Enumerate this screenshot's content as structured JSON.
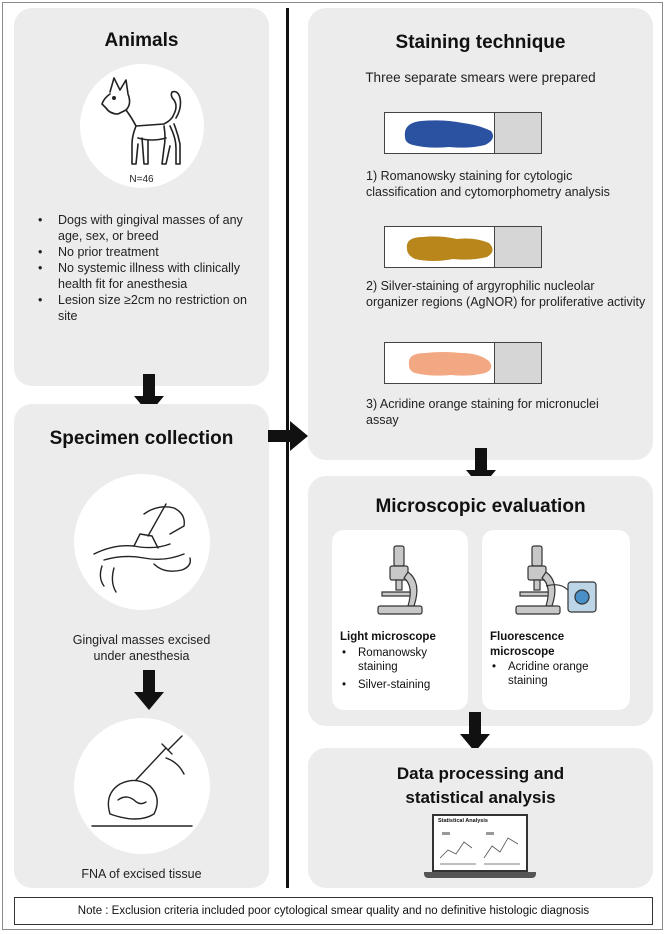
{
  "animals": {
    "title": "Animals",
    "count": "N=46",
    "criteria": [
      "Dogs with gingival masses of any age, sex, or breed",
      "No prior treatment",
      "No systemic illness with clinically health fit for anesthesia",
      "Lesion size ≥2cm no restriction on site"
    ]
  },
  "specimen": {
    "title": "Specimen collection",
    "excision_caption": "Gingival masses excised under anesthesia",
    "fna_caption": "FNA of excised tissue"
  },
  "staining": {
    "title": "Staining technique",
    "subtitle": "Three separate smears were prepared",
    "items": [
      {
        "text": "1) Romanowsky staining for cytologic classification and cytomorphometry analysis",
        "color": "#2b52a1"
      },
      {
        "text": "2) Silver-staining of argyrophilic nucleolar organizer regions (AgNOR) for proliferative activity",
        "color": "#b8861b"
      },
      {
        "text": "3) Acridine orange staining for micronuclei assay",
        "color": "#f2a883"
      }
    ]
  },
  "microscopic": {
    "title": "Microscopic evaluation",
    "light": {
      "title": "Light microscope",
      "items": [
        "Romanowsky staining",
        "Silver-staining"
      ]
    },
    "fluorescence": {
      "title": "Fluorescence microscope",
      "items": [
        "Acridine orange staining"
      ]
    }
  },
  "data_processing": {
    "title": "Data processing and statistical analysis",
    "screen_title": "Statistical Analysis"
  },
  "note": "Note : Exclusion criteria included poor cytological smear quality and no definitive histologic diagnosis",
  "colors": {
    "panel": "#ececec",
    "arrow": "#111111"
  }
}
